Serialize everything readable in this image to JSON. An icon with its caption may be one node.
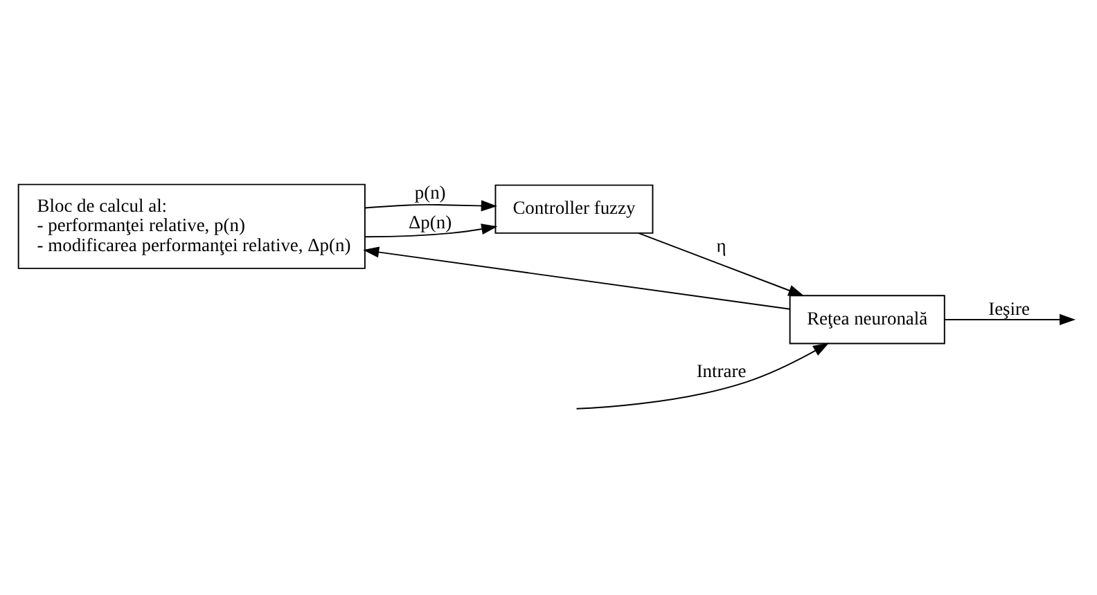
{
  "diagram": {
    "nodes": [
      {
        "text": [
          "Controller fuzzy"
        ]
      },
      {
        "text": [
          "Bloc de calcul al:",
          "- performanţei relative, p(n)",
          "- modificarea performanţei relative, Δp(n)"
        ]
      },
      {
        "text": [
          "Reţea neuronală"
        ]
      }
    ],
    "edges": [
      {
        "from": 1,
        "to": 0,
        "arrow": "to",
        "label": "p(n)"
      },
      {
        "from": 1,
        "to": 0,
        "arrow": "to",
        "label": "Δp(n)"
      },
      {
        "from": 0,
        "to": 2,
        "arrow": "to",
        "label": "η"
      },
      {
        "from": null,
        "to": 2,
        "arrow": "to",
        "label": "Intrare"
      },
      {
        "from": 2,
        "to": null,
        "arrow": "to",
        "label": "Ieşire"
      },
      {
        "from": 2,
        "to": 1,
        "arrow": "to"
      }
    ]
  }
}
